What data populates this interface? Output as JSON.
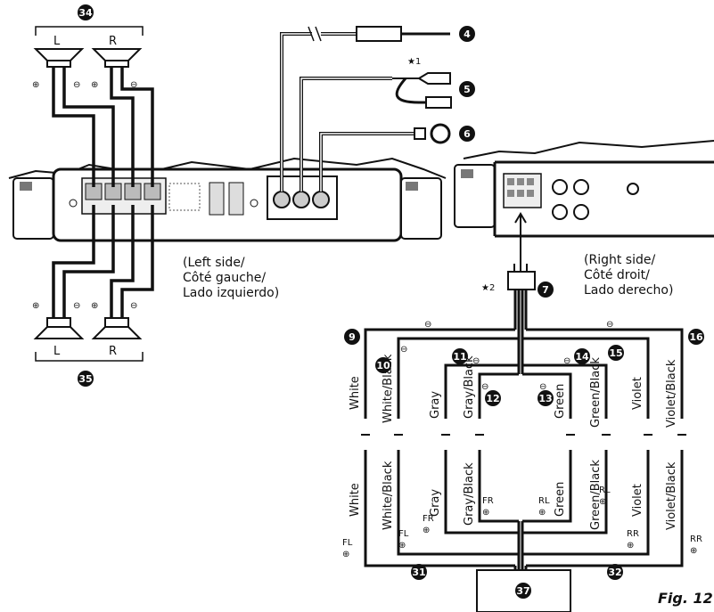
{
  "callouts": {
    "c4": "4",
    "c5": "5",
    "c6": "6",
    "c7": "7",
    "c9": "9",
    "c10": "10",
    "c11": "11",
    "c12": "12",
    "c13": "13",
    "c14": "14",
    "c15": "15",
    "c16": "16",
    "c31": "31",
    "c32": "32",
    "c34": "34",
    "c35": "35",
    "c37": "37"
  },
  "stars": {
    "s1": "★1",
    "s2": "★2"
  },
  "speakers": {
    "left": "L",
    "right": "R"
  },
  "side_labels": {
    "left": [
      "(Left side/",
      "Côté gauche/",
      "Lado izquierdo)"
    ],
    "right": [
      "(Right side/",
      "Côté droit/",
      "Lado derecho)"
    ]
  },
  "wires": {
    "white": "White",
    "white_black": "White/Black",
    "gray": "Gray",
    "gray_black": "Gray/Black",
    "green": "Green",
    "green_black": "Green/Black",
    "violet": "Violet",
    "violet_black": "Violet/Black"
  },
  "channels": {
    "fl": "FL",
    "fr": "FR",
    "rl": "RL",
    "rr": "RR"
  },
  "polarity": {
    "plus": "⊕",
    "minus": "⊖"
  },
  "figure_label": "Fig. 12"
}
